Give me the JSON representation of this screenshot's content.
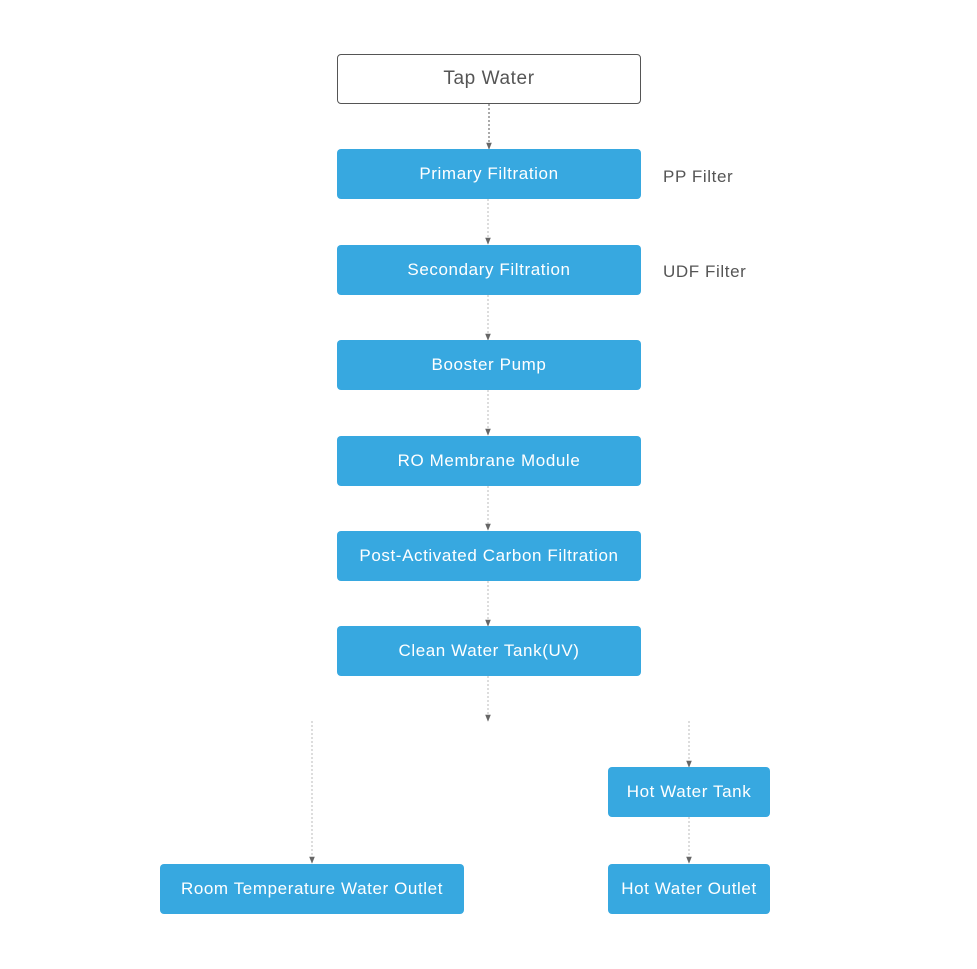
{
  "diagram": {
    "nodes": {
      "tap_water": "Tap Water",
      "primary_filtration": "Primary Filtration",
      "secondary_filtration": "Secondary Filtration",
      "booster_pump": "Booster Pump",
      "ro_membrane": "RO Membrane Module",
      "post_carbon": "Post-Activated Carbon Filtration",
      "clean_tank": "Clean Water Tank(UV)",
      "hot_tank": "Hot Water Tank",
      "room_outlet": "Room Temperature Water Outlet",
      "hot_outlet": "Hot Water Outlet"
    },
    "annotations": {
      "pp_filter": "PP Filter",
      "udf_filter": "UDF Filter"
    },
    "edges": [
      {
        "from": "tap_water",
        "to": "primary_filtration"
      },
      {
        "from": "primary_filtration",
        "to": "secondary_filtration"
      },
      {
        "from": "secondary_filtration",
        "to": "booster_pump"
      },
      {
        "from": "booster_pump",
        "to": "ro_membrane"
      },
      {
        "from": "ro_membrane",
        "to": "post_carbon"
      },
      {
        "from": "post_carbon",
        "to": "clean_tank"
      },
      {
        "from": "clean_tank",
        "to": "split"
      },
      {
        "from": "split",
        "to": "room_outlet"
      },
      {
        "from": "split",
        "to": "hot_tank"
      },
      {
        "from": "hot_tank",
        "to": "hot_outlet"
      }
    ],
    "colors": {
      "node_fill": "#37a8e0",
      "node_text": "#ffffff",
      "outline": "#555555",
      "connector": "#bbbbbb",
      "arrowhead": "#666666"
    }
  }
}
